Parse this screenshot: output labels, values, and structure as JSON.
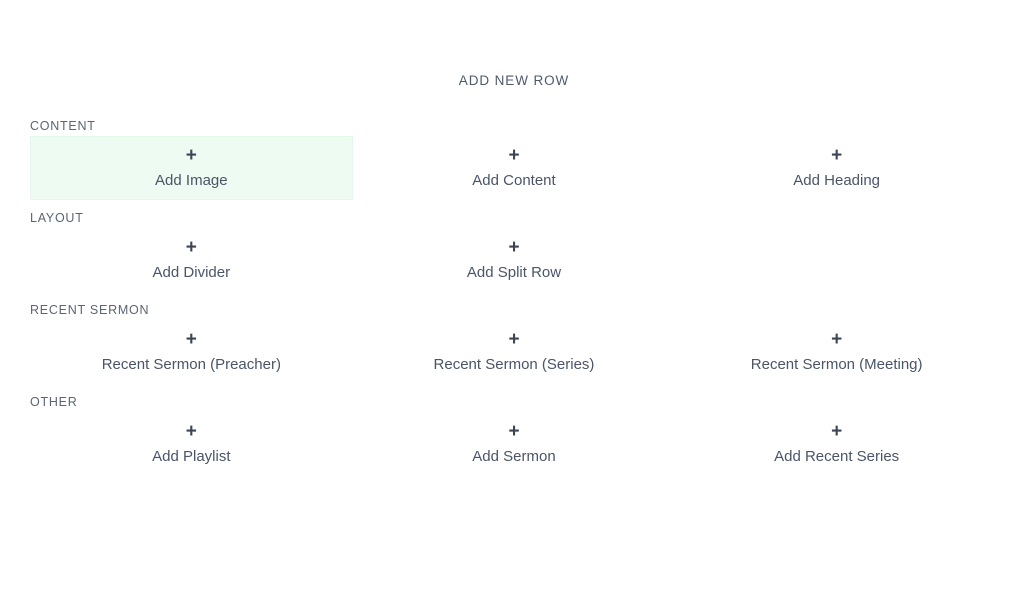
{
  "header": {
    "title": "ADD NEW ROW"
  },
  "colors": {
    "highlight_background": "#edfbf2",
    "highlight_border": "#dcf3e4",
    "label_text": "#4a5568",
    "section_label_text": "#5b6575",
    "header_text": "#4f5a6b",
    "plus_icon": "#3b4555",
    "page_background": "#ffffff"
  },
  "sections": [
    {
      "label": "CONTENT",
      "tiles": [
        {
          "label": "Add Image",
          "icon": "plus-icon",
          "glyph": "+",
          "highlighted": true
        },
        {
          "label": "Add Content",
          "icon": "plus-icon",
          "glyph": "+",
          "highlighted": false
        },
        {
          "label": "Add Heading",
          "icon": "plus-icon",
          "glyph": "+",
          "highlighted": false
        }
      ]
    },
    {
      "label": "LAYOUT",
      "tiles": [
        {
          "label": "Add Divider",
          "icon": "plus-icon",
          "glyph": "+",
          "highlighted": false
        },
        {
          "label": "Add Split Row",
          "icon": "plus-icon",
          "glyph": "+",
          "highlighted": false
        }
      ]
    },
    {
      "label": "RECENT SERMON",
      "tiles": [
        {
          "label": "Recent Sermon (Preacher)",
          "icon": "plus-icon",
          "glyph": "+",
          "highlighted": false
        },
        {
          "label": "Recent Sermon (Series)",
          "icon": "plus-icon",
          "glyph": "+",
          "highlighted": false
        },
        {
          "label": "Recent Sermon (Meeting)",
          "icon": "plus-icon",
          "glyph": "+",
          "highlighted": false
        }
      ]
    },
    {
      "label": "OTHER",
      "tiles": [
        {
          "label": "Add Playlist",
          "icon": "plus-icon",
          "glyph": "+",
          "highlighted": false
        },
        {
          "label": "Add Sermon",
          "icon": "plus-icon",
          "glyph": "+",
          "highlighted": false
        },
        {
          "label": "Add Recent Series",
          "icon": "plus-icon",
          "glyph": "+",
          "highlighted": false
        }
      ]
    }
  ]
}
